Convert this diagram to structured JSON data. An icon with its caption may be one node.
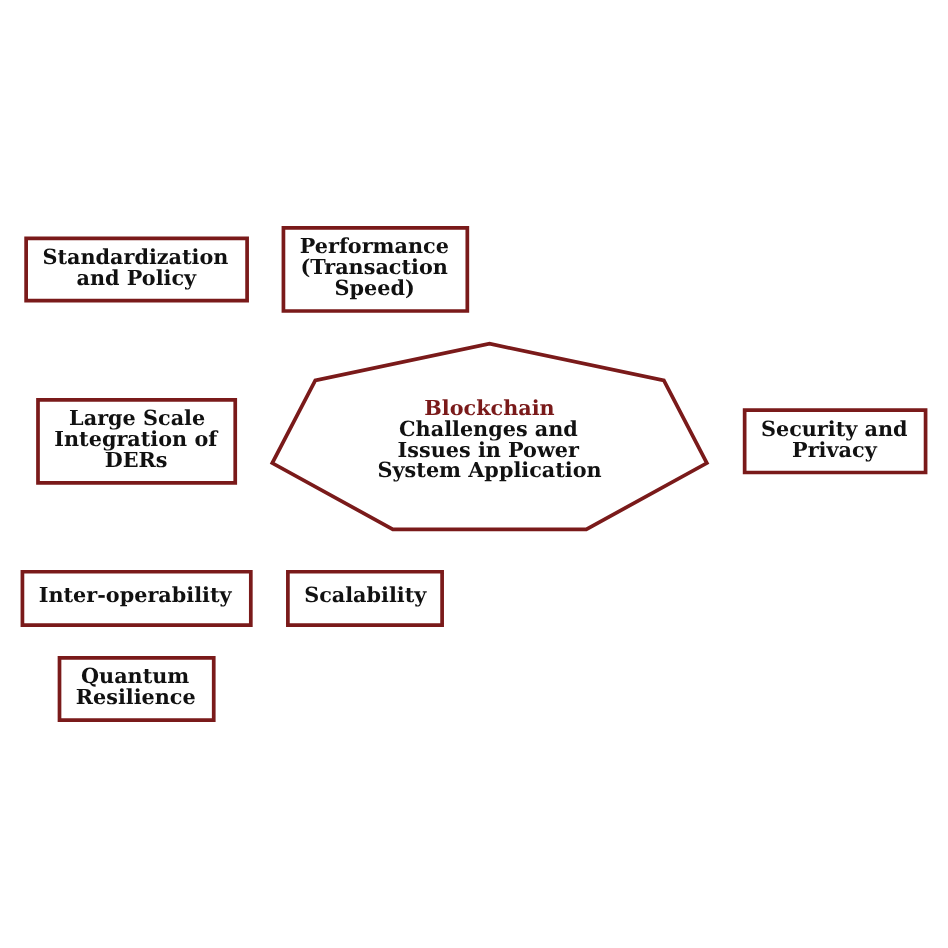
{
  "diagram": {
    "nodes": [
      {
        "text": [
          "Standardization and Policy"
        ]
      },
      {
        "text": [
          "Performance (Transaction Speed)"
        ]
      },
      {
        "text": [
          "Large Scale Integration of DERs"
        ]
      },
      {
        "text": [
          "Blockchain",
          "Challenges and Issues in Power System Application"
        ]
      },
      {
        "text": [
          "Security and Privacy"
        ]
      },
      {
        "text": [
          "Inter-operability"
        ]
      },
      {
        "text": [
          "Scalability"
        ]
      },
      {
        "text": [
          "Quantum Resilience"
        ]
      }
    ],
    "edges": []
  }
}
